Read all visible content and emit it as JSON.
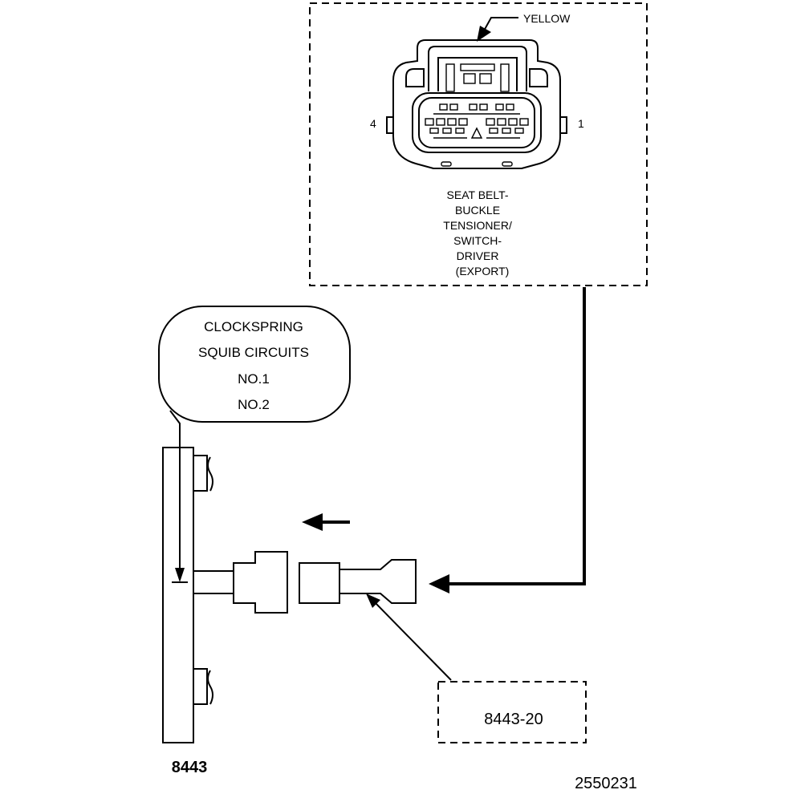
{
  "connector_panel": {
    "wire_color": "YELLOW",
    "pin_left": "4",
    "pin_right": "1",
    "caption_lines": [
      "SEAT BELT-",
      "BUCKLE",
      "TENSIONER/",
      "SWITCH-",
      "DRIVER",
      "(EXPORT)"
    ]
  },
  "clockspring": {
    "lines": [
      "CLOCKSPRING",
      "SQUIB CIRCUITS",
      "NO.1",
      "NO.2"
    ]
  },
  "tool_main": {
    "label": "8443"
  },
  "adapter": {
    "label": "8443-20"
  },
  "figure_id": "2550231"
}
